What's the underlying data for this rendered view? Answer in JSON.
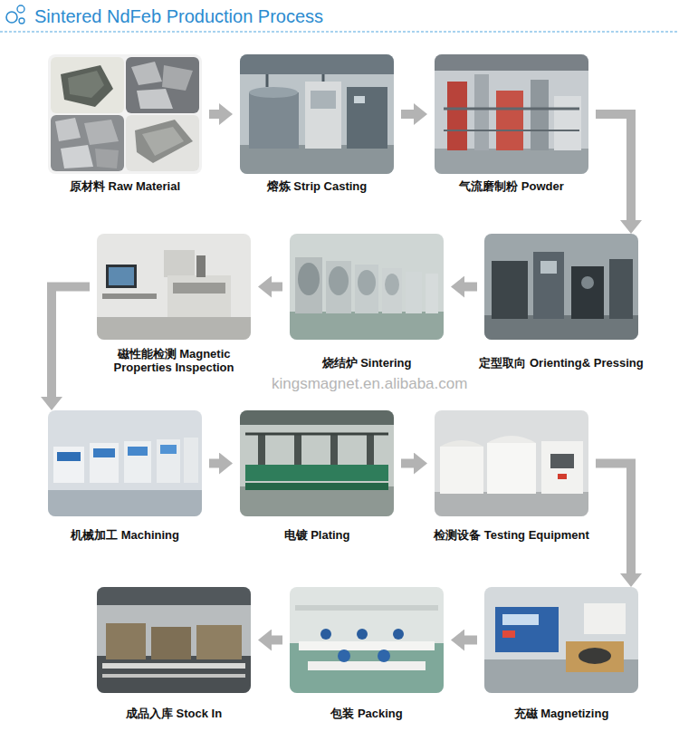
{
  "diagram": {
    "title": "Sintered NdFeb Production Process",
    "nodes": [
      {
        "text": [
          "原材料 Raw Material"
        ]
      },
      {
        "text": [
          "熔炼 Strip Casting"
        ]
      },
      {
        "text": [
          "气流磨制粉 Powder"
        ]
      },
      {
        "text": [
          "定型取向 Orienting& Pressing"
        ]
      },
      {
        "text": [
          "烧结炉 Sintering"
        ]
      },
      {
        "text": [
          "磁性能检测 Magnetic Properties Inspection"
        ]
      },
      {
        "text": [
          "机械加工 Machining"
        ]
      },
      {
        "text": [
          "电镀 Plating"
        ]
      },
      {
        "text": [
          "检测设备 Testing Equipment"
        ]
      },
      {
        "text": [
          "充磁 Magnetizing"
        ]
      },
      {
        "text": [
          "包装 Packing"
        ]
      },
      {
        "text": [
          "成品入库 Stock In"
        ]
      }
    ],
    "edges": [
      {
        "from": 0,
        "to": 1,
        "arrow": "to"
      },
      {
        "from": 1,
        "to": 2,
        "arrow": "to"
      },
      {
        "from": 2,
        "to": 3,
        "arrow": "to"
      },
      {
        "from": 3,
        "to": 4,
        "arrow": "to"
      },
      {
        "from": 4,
        "to": 5,
        "arrow": "to"
      },
      {
        "from": 5,
        "to": 6,
        "arrow": "to"
      },
      {
        "from": 6,
        "to": 7,
        "arrow": "to"
      },
      {
        "from": 7,
        "to": 8,
        "arrow": "to"
      },
      {
        "from": 8,
        "to": 9,
        "arrow": "to"
      },
      {
        "from": 9,
        "to": 10,
        "arrow": "to"
      },
      {
        "from": 10,
        "to": 11,
        "arrow": "to"
      }
    ],
    "labels": [
      "kingsmagnet.en.alibaba.com"
    ]
  }
}
